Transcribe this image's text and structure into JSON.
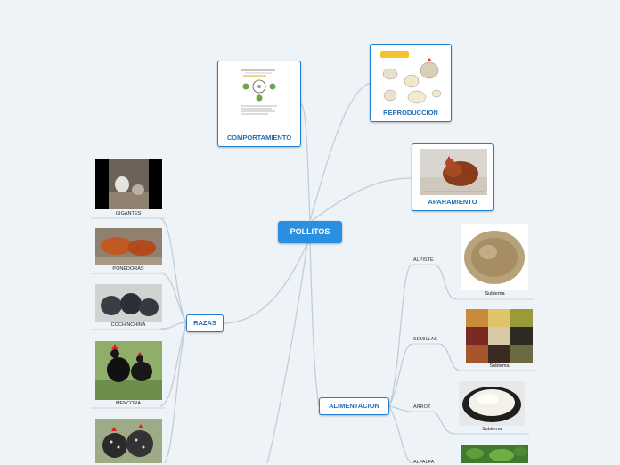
{
  "root": {
    "label": "POLLITOS"
  },
  "topics": {
    "comportamiento": {
      "label": "COMPORTAMIENTO"
    },
    "reproduccion": {
      "label": "REPRODUCCION"
    },
    "aparamiento": {
      "label": "APARAMIENTO"
    },
    "razas": {
      "label": "RAZAS"
    },
    "alimentacion": {
      "label": "ALIMENTACION"
    }
  },
  "razas_items": [
    {
      "label": "GIGANTES"
    },
    {
      "label": "PONEDORAS"
    },
    {
      "label": "COCHINCHINA"
    },
    {
      "label": "MENCORA"
    }
  ],
  "alimentacion_items": [
    {
      "label": "ALPISTE",
      "sub": "Subtema"
    },
    {
      "label": "SEMILLAS",
      "sub": "Subtema"
    },
    {
      "label": "ARROZ",
      "sub": "Subtema"
    },
    {
      "label": "ALFALFA"
    }
  ],
  "colors": {
    "accent": "#1f7fd1",
    "root": "#2a8fe0",
    "link": "#c4ccd4",
    "background": "#eef3f8"
  }
}
